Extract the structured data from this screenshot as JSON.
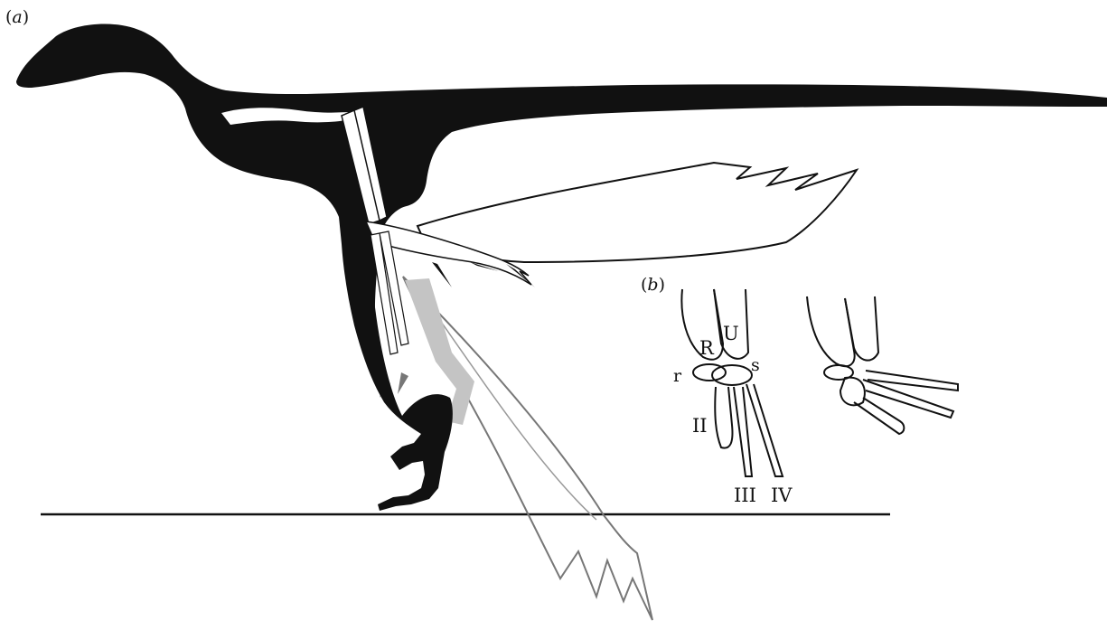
{
  "panels": {
    "a": {
      "open": "(",
      "letter": "a",
      "close": ")"
    },
    "b": {
      "open": "(",
      "letter": "b",
      "close": ")"
    }
  },
  "labels": {
    "radius": "R",
    "ulna": "U",
    "radiale": "r",
    "semilunate": "s",
    "digit_ii": "II",
    "digit_iii": "III",
    "digit_iv": "IV"
  },
  "colors": {
    "silhouette": "#111111",
    "bone_fill": "#ffffff",
    "feather_outline": "#111111",
    "feather_fade": "#6f6f6f",
    "leg_shadow": "#c4c4c4",
    "ground_line": "#111111"
  }
}
